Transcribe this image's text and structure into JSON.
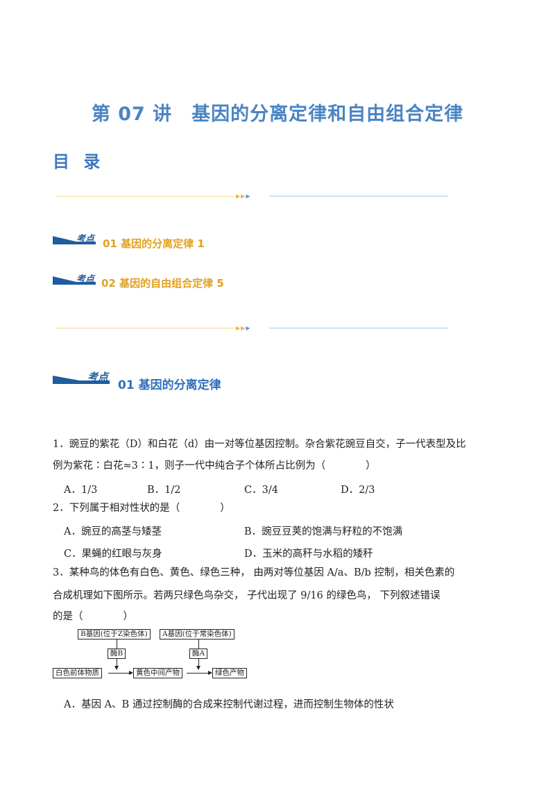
{
  "title": "第 07 讲　基因的分离定律和自由组合定律",
  "toc_heading": "目 录",
  "badge_label": "考点",
  "toc": [
    {
      "label": "01  基因的分离定律  1"
    },
    {
      "label": "02  基因的自由组合定律  5"
    }
  ],
  "section": {
    "title": "01  基因的分离定律"
  },
  "questions": [
    {
      "stem_line1": "1．豌豆的紫花（D）和白花（d）由一对等位基因控制。杂合紫花豌豆自交，子一代表型及比",
      "stem_line2": "例为紫花∶白花≈3∶1，则子一代中纯合子个体所占比例为（　　　　）",
      "options": [
        "A．1/3",
        "B．1/2",
        "C．3/4",
        "D．2/3"
      ]
    },
    {
      "stem_line1": "2．下列属于相对性状的是（　　　　）",
      "options": [
        "A．豌豆的高茎与矮茎",
        "B．豌豆豆荚的饱满与籽粒的不饱满",
        "C．果蝇的红眼与灰身",
        "D．玉米的高秆与水稻的矮秆"
      ]
    },
    {
      "stem_line1": "3．某种鸟的体色有白色、黄色、绿色三种，  由两对等位基因 A/a、B/b 控制，相关色素的",
      "stem_line2": "合成机理如下图所示。若两只绿色鸟杂交，  子代出现了 9/16 的绿色鸟，        下列叙述错误",
      "stem_line3": "的是（　　　　）",
      "options": [
        "A．基因 A、B 通过控制酶的合成来控制代谢过程，进而控制生物体的性状"
      ]
    }
  ],
  "diagram": {
    "gene_b": "B基因(位于Z染色体)",
    "gene_a": "A基因(位于常染色体)",
    "enzyme_b": "酶B",
    "enzyme_a": "酶A",
    "white": "白色前体物质",
    "yellow": "黄色中间产物",
    "green": "绿色产物"
  }
}
